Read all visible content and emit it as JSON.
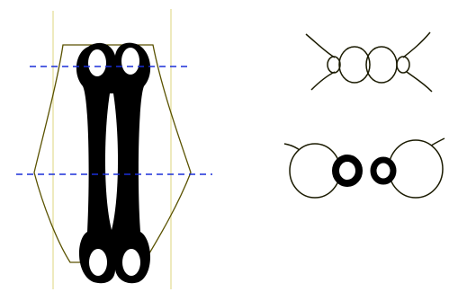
{
  "figure": {
    "panels": [
      {
        "id": "longitudinal-view",
        "label": ""
      },
      {
        "id": "upper-cross-section",
        "label": ""
      },
      {
        "id": "lower-cross-section",
        "label": ""
      }
    ],
    "colors": {
      "background": "#ffffff",
      "outline": "#5a5200",
      "ink": "#000000",
      "section_line": "#1a2fd8"
    }
  }
}
